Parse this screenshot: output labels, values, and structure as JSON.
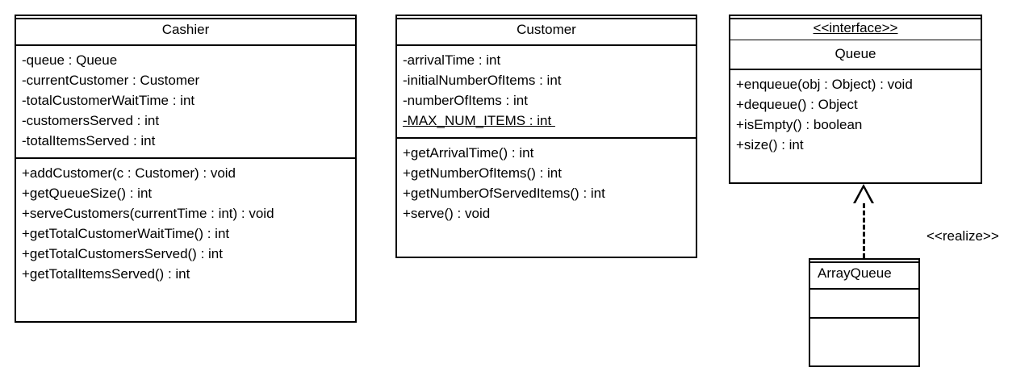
{
  "diagram": {
    "kind": "uml-class-diagram",
    "classes": [
      {
        "id": "cashier",
        "name": "Cashier",
        "attributes": [
          "-queue : Queue",
          "-currentCustomer : Customer",
          "-totalCustomerWaitTime : int",
          "-customersServed : int",
          "-totalItemsServed : int"
        ],
        "operations": [
          "+addCustomer(c : Customer) : void",
          "+getQueueSize() : int",
          "+serveCustomers(currentTime : int) : void",
          "+getTotalCustomerWaitTime() : int",
          "+getTotalCustomersServed() : int",
          "+getTotalItemsServed() : int"
        ]
      },
      {
        "id": "customer",
        "name": "Customer",
        "attributes": [
          "-arrivalTime : int",
          "-initialNumberOfItems : int",
          "-numberOfItems : int"
        ],
        "static_attributes": [
          "-MAX_NUM_ITEMS : int "
        ],
        "operations": [
          "+getArrivalTime() : int",
          "+getNumberOfItems() : int",
          "+getNumberOfServedItems() : int",
          "+serve() : void"
        ]
      },
      {
        "id": "queue",
        "stereotype": "<<interface>>",
        "name": "Queue",
        "operations": [
          "+enqueue(obj : Object) : void",
          "+dequeue() : Object",
          "+isEmpty() : boolean",
          "+size() : int"
        ]
      },
      {
        "id": "arrayqueue",
        "name": "ArrayQueue",
        "attributes": [],
        "operations": []
      }
    ],
    "relationships": [
      {
        "id": "realize-arrayqueue-queue",
        "type": "realization",
        "label": "<<realize>>",
        "source": "ArrayQueue",
        "target": "Queue"
      }
    ],
    "colors": {
      "stroke": "#000000",
      "fill": "#ffffff"
    }
  }
}
